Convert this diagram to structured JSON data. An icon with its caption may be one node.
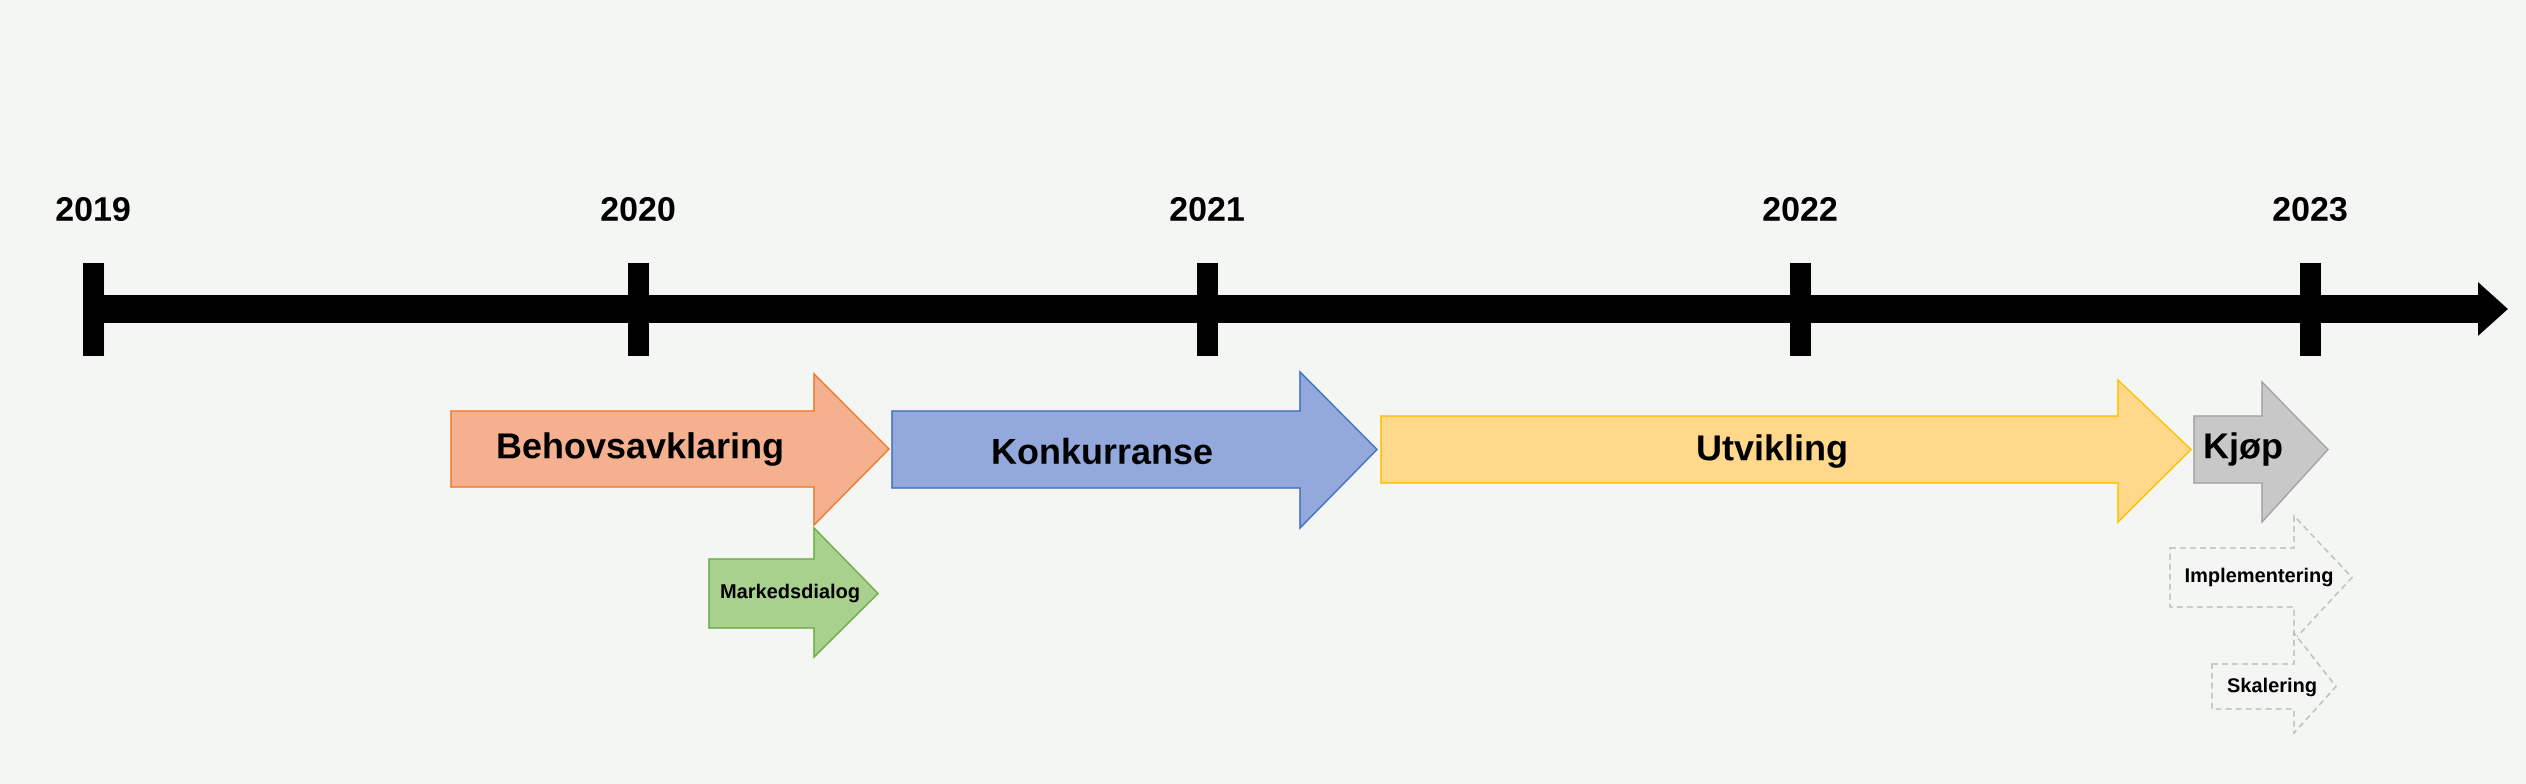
{
  "diagram": {
    "nodes": [
      {
        "text": [
          "Behovsavklaring"
        ]
      },
      {
        "text": [
          "Konkurranse"
        ]
      },
      {
        "text": [
          "Utvikling"
        ]
      },
      {
        "text": [
          "Kjøp"
        ]
      },
      {
        "text": [
          "Markedsdialog"
        ]
      },
      {
        "text": [
          "Implementering"
        ]
      },
      {
        "text": [
          "Skalering"
        ]
      }
    ],
    "labels": [
      "2019",
      "2020",
      "2021",
      "2022",
      "2023"
    ]
  }
}
